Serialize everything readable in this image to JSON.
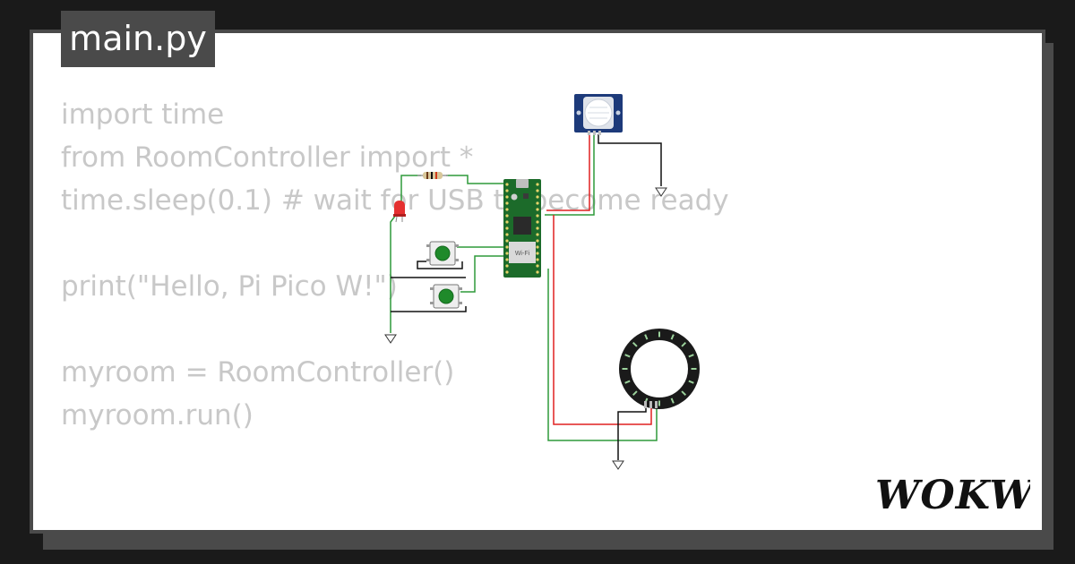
{
  "file_tab": {
    "label": "main.py"
  },
  "code_lines": [
    "import time",
    "from RoomController import *",
    "time.sleep(0.1) # wait for USB to become ready",
    "",
    "print(\"Hello, Pi Pico W!\")",
    "",
    "myroom = RoomController()",
    "myroom.run()"
  ],
  "board": {
    "label": "Wi-Fi"
  },
  "brand": {
    "logo": "WOKWi"
  },
  "colors": {
    "background": "#1a1a1a",
    "card": "#ffffff",
    "frame": "#4a4a4a",
    "code_text": "#c8c8c8",
    "board_green": "#1c6b2a",
    "wire_green": "#2e9a3a",
    "wire_red": "#e02020",
    "wire_black": "#111111",
    "pir_blue": "#1d3a7a",
    "led_red": "#e53030"
  }
}
